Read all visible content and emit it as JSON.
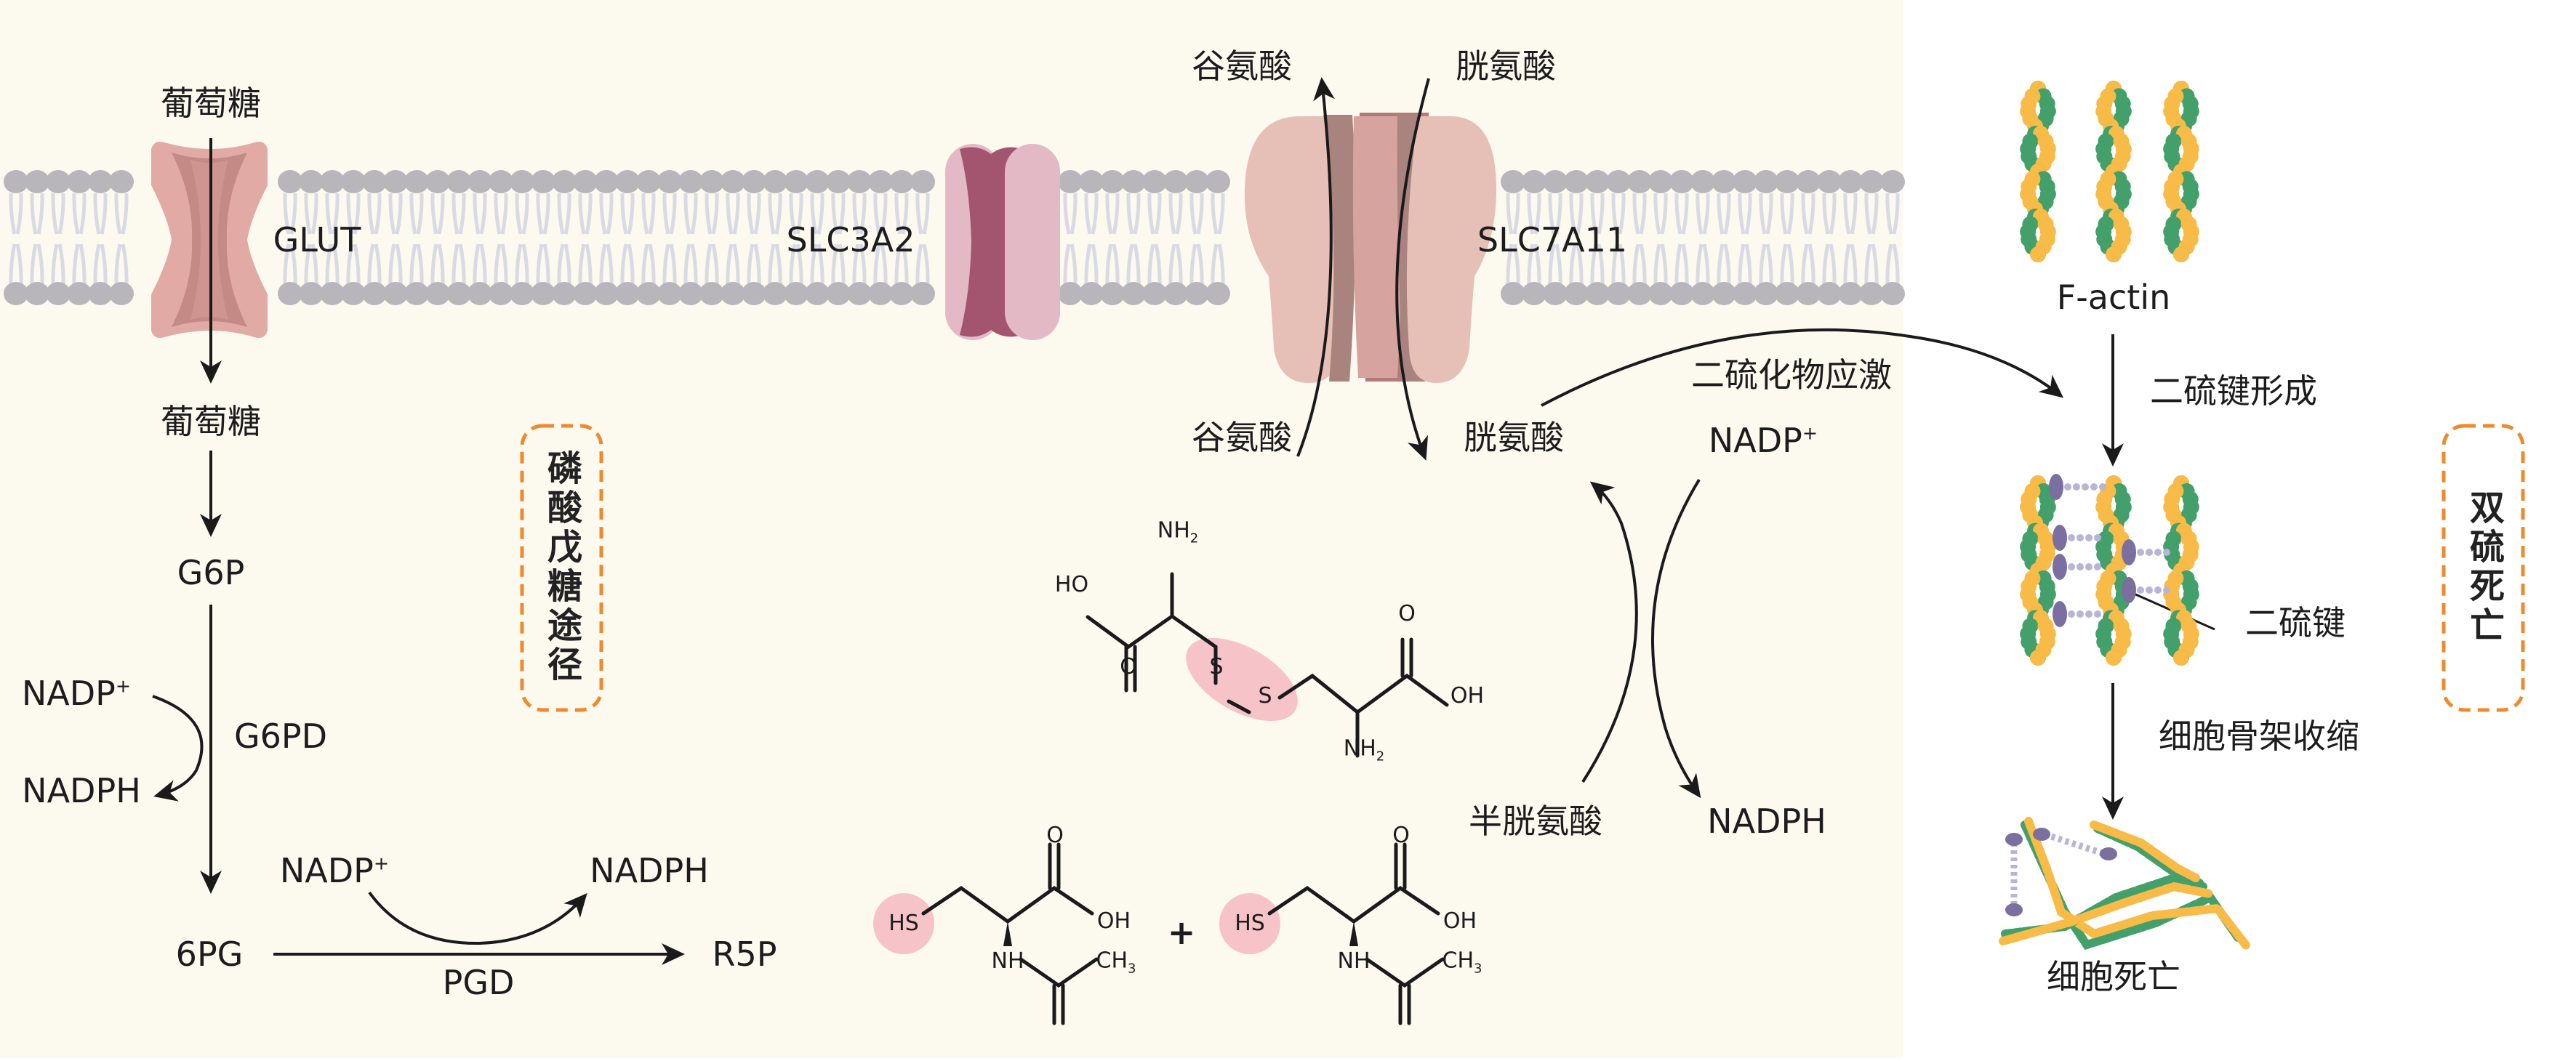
{
  "colors": {
    "cream_bg": "#fcf9ef",
    "white_bg": "#ffffff",
    "lipid_head": "#b9b6bb",
    "lipid_tail": "#d9dae4",
    "glut_outer": "#e2aaa5",
    "glut_inner": "#c38a86",
    "slc3a2_outer": "#e3b9c6",
    "slc3a2_inner": "#a3546f",
    "slc7a11_outer": "#e6bfb6",
    "slc7a11_mid": "#a9837e",
    "slc7a11_core": "#d7a39e",
    "actin_green": "#44a06a",
    "actin_yellow": "#f8bb47",
    "disulfide_purple": "#7a6f9f",
    "disulfide_light": "#b8b4d8",
    "highlight_pink": "#f6c3c8",
    "dashed_orange": "#ef8a2c",
    "arrow": "#1a1a1a"
  },
  "membrane": {
    "transporters": [
      {
        "id": "glut",
        "label": "GLUT"
      },
      {
        "id": "slc3a2",
        "label": "SLC3A2"
      },
      {
        "id": "slc7a11",
        "label": "SLC7A11"
      }
    ]
  },
  "glucose_path": {
    "glucose_out": "葡萄糖",
    "glucose_in": "葡萄糖",
    "g6p": "G6P",
    "g6pd": "G6PD",
    "nadp_left": "NADP",
    "nadph_left": "NADPH",
    "sixpg": "6PG",
    "r5p": "R5P",
    "pgd": "PGD",
    "nadp_mid": "NADP",
    "nadph_mid": "NADPH",
    "plus_sup": "+",
    "pathway_box": "磷酸戊糖途径"
  },
  "cystine_path": {
    "glutamate_out": "谷氨酸",
    "cystine_out": "胱氨酸",
    "glutamate_in": "谷氨酸",
    "cystine_in": "胱氨酸",
    "disulfide_stress": "二硫化物应激",
    "nadp": "NADP",
    "nadph": "NADPH",
    "cysteine": "半胱氨酸",
    "plus_sup": "+"
  },
  "structures": {
    "cystine": {
      "nh2_top": "NH",
      "sub2": "2",
      "ho": "HO",
      "o_left": "O",
      "s1": "S",
      "s2": "S",
      "o_right": "O",
      "oh_right": "OH",
      "nh2_bottom": "NH"
    },
    "cysteine_a": {
      "hs": "HS",
      "o": "O",
      "oh": "OH",
      "nh": "NH",
      "ch3": "CH",
      "sub3": "3"
    },
    "plus": "+",
    "cysteine_b": {
      "hs": "HS",
      "o": "O",
      "oh": "OH",
      "nh": "NH",
      "ch3": "CH",
      "sub3": "3"
    }
  },
  "disulfidptosis": {
    "factin": "F-actin",
    "bond_formation": "二硫键形成",
    "disulfide_bond": "二硫键",
    "cytoskeleton_contraction": "细胞骨架收缩",
    "cell_death": "细胞死亡",
    "box": "双硫死亡"
  }
}
